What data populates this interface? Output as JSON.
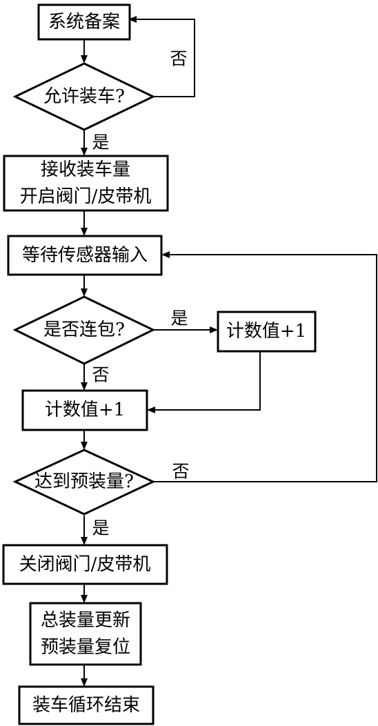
{
  "nodes": {
    "system_register": "系统备案",
    "allow_loading": "允许装车?",
    "receive_amount": "接收装车量",
    "open_gate": "开启阀门/皮带机",
    "wait_sensor": "等待传感器输入",
    "consecutive_bags": "是否连包?",
    "count_plus_right": "计数值+1",
    "count_plus_main": "计数值+1",
    "reach_preset": "达到预装量?",
    "close_gate": "关闭阀门/皮带机",
    "update_total": "总装量更新",
    "reset_preset": "预装量复位",
    "loop_end": "装车循环结束"
  },
  "edges": {
    "allow_no": "否",
    "allow_yes": "是",
    "bags_yes": "是",
    "bags_no": "否",
    "reach_no": "否",
    "reach_yes": "是"
  },
  "colors": {
    "stroke": "#000000",
    "background": "#ffffff"
  }
}
